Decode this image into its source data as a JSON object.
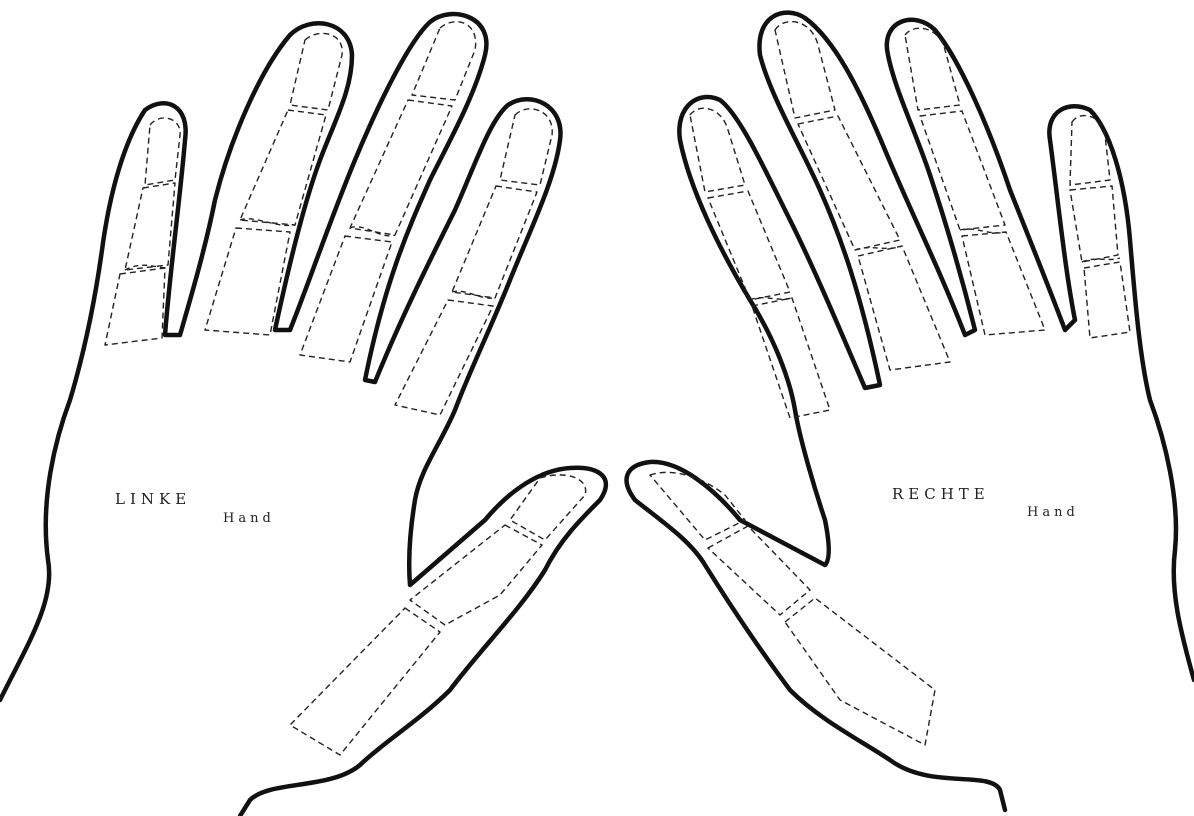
{
  "left_hand": {
    "title": "LINKE",
    "subtitle": "Hand"
  },
  "right_hand": {
    "title": "RECHTE",
    "subtitle": "Hand"
  },
  "colors": {
    "ink": "#111111",
    "paper": "#ffffff"
  }
}
